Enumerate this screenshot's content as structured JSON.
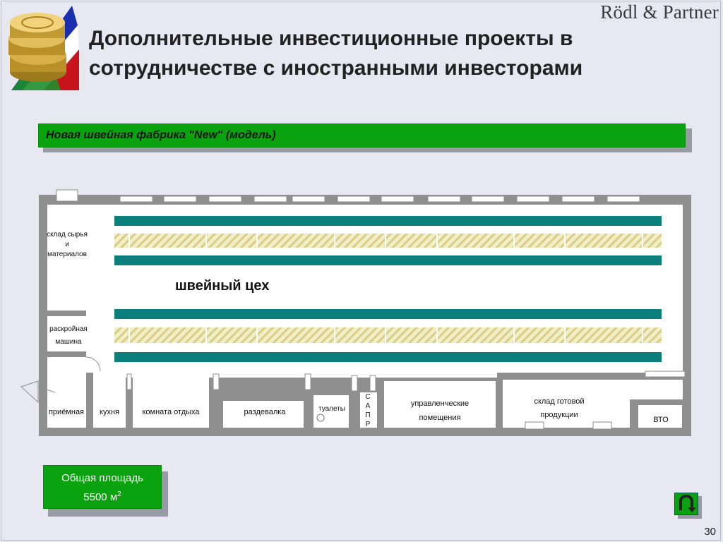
{
  "header": {
    "brand": "Rödl & Partner",
    "title_line1": "Дополнительные инвестиционные проекты в",
    "title_line2": "сотрудничестве с иностранными инвесторами"
  },
  "banner": {
    "label": "Новая швейная фабрика \"New\" (модель)"
  },
  "floorplan": {
    "main_hall": "швейный цех",
    "rooms": {
      "raw_storage_1": "склад сырья",
      "raw_storage_2": "и",
      "raw_storage_3": "материалов",
      "cutting_1": "раскройная",
      "cutting_2": "машина",
      "reception": "приёмная",
      "kitchen": "кухня",
      "rest_room": "комната отдыха",
      "changing_room": "раздевалка",
      "toilets": "туалеты",
      "sapr_1": "С",
      "sapr_2": "А",
      "sapr_3": "П",
      "sapr_4": "Р",
      "management_1": "управленческие",
      "management_2": "помещения",
      "finished_goods_1": "склад готовой",
      "finished_goods_2": "продукции",
      "vto": "ВТО"
    }
  },
  "area_box": {
    "line1": "Общая площадь",
    "value": "5500 м",
    "unit_sup": "2"
  },
  "footer": {
    "page_number": "30"
  },
  "colors": {
    "accent_green": "#0aa30f",
    "conveyor_teal": "#0a7f7b",
    "background": "#e8e8f2"
  },
  "icons": {
    "logo": "gold-coins-flag-logo",
    "return": "return-arrow-icon"
  }
}
